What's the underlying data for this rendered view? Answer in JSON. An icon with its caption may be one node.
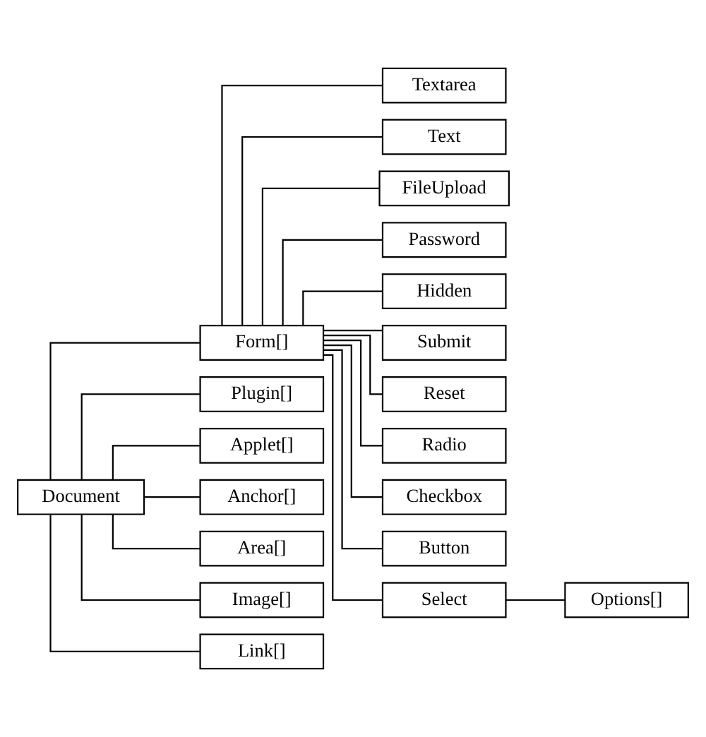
{
  "diagram": {
    "nodes": [
      {
        "text": [
          "Document"
        ]
      },
      {
        "text": [
          "Form[]"
        ]
      },
      {
        "text": [
          "Plugin[]"
        ]
      },
      {
        "text": [
          "Applet[]"
        ]
      },
      {
        "text": [
          "Anchor[]"
        ]
      },
      {
        "text": [
          "Area[]"
        ]
      },
      {
        "text": [
          "Image[]"
        ]
      },
      {
        "text": [
          "Link[]"
        ]
      },
      {
        "text": [
          "Textarea"
        ]
      },
      {
        "text": [
          "Text"
        ]
      },
      {
        "text": [
          "FileUpload"
        ]
      },
      {
        "text": [
          "Password"
        ]
      },
      {
        "text": [
          "Hidden"
        ]
      },
      {
        "text": [
          "Submit"
        ]
      },
      {
        "text": [
          "Reset"
        ]
      },
      {
        "text": [
          "Radio"
        ]
      },
      {
        "text": [
          "Checkbox"
        ]
      },
      {
        "text": [
          "Button"
        ]
      },
      {
        "text": [
          "Select"
        ]
      },
      {
        "text": [
          "Options[]"
        ]
      }
    ],
    "edges": [
      {
        "from": 0,
        "to": 1,
        "arrow": "none"
      },
      {
        "from": 0,
        "to": 2,
        "arrow": "none"
      },
      {
        "from": 0,
        "to": 3,
        "arrow": "none"
      },
      {
        "from": 0,
        "to": 4,
        "arrow": "none"
      },
      {
        "from": 0,
        "to": 5,
        "arrow": "none"
      },
      {
        "from": 0,
        "to": 6,
        "arrow": "none"
      },
      {
        "from": 0,
        "to": 7,
        "arrow": "none"
      },
      {
        "from": 1,
        "to": 8,
        "arrow": "none"
      },
      {
        "from": 1,
        "to": 9,
        "arrow": "none"
      },
      {
        "from": 1,
        "to": 10,
        "arrow": "none"
      },
      {
        "from": 1,
        "to": 11,
        "arrow": "none"
      },
      {
        "from": 1,
        "to": 12,
        "arrow": "none"
      },
      {
        "from": 1,
        "to": 13,
        "arrow": "none"
      },
      {
        "from": 1,
        "to": 14,
        "arrow": "none"
      },
      {
        "from": 1,
        "to": 15,
        "arrow": "none"
      },
      {
        "from": 1,
        "to": 16,
        "arrow": "none"
      },
      {
        "from": 1,
        "to": 17,
        "arrow": "none"
      },
      {
        "from": 1,
        "to": 18,
        "arrow": "none"
      },
      {
        "from": 18,
        "to": 19,
        "arrow": "none"
      }
    ]
  }
}
